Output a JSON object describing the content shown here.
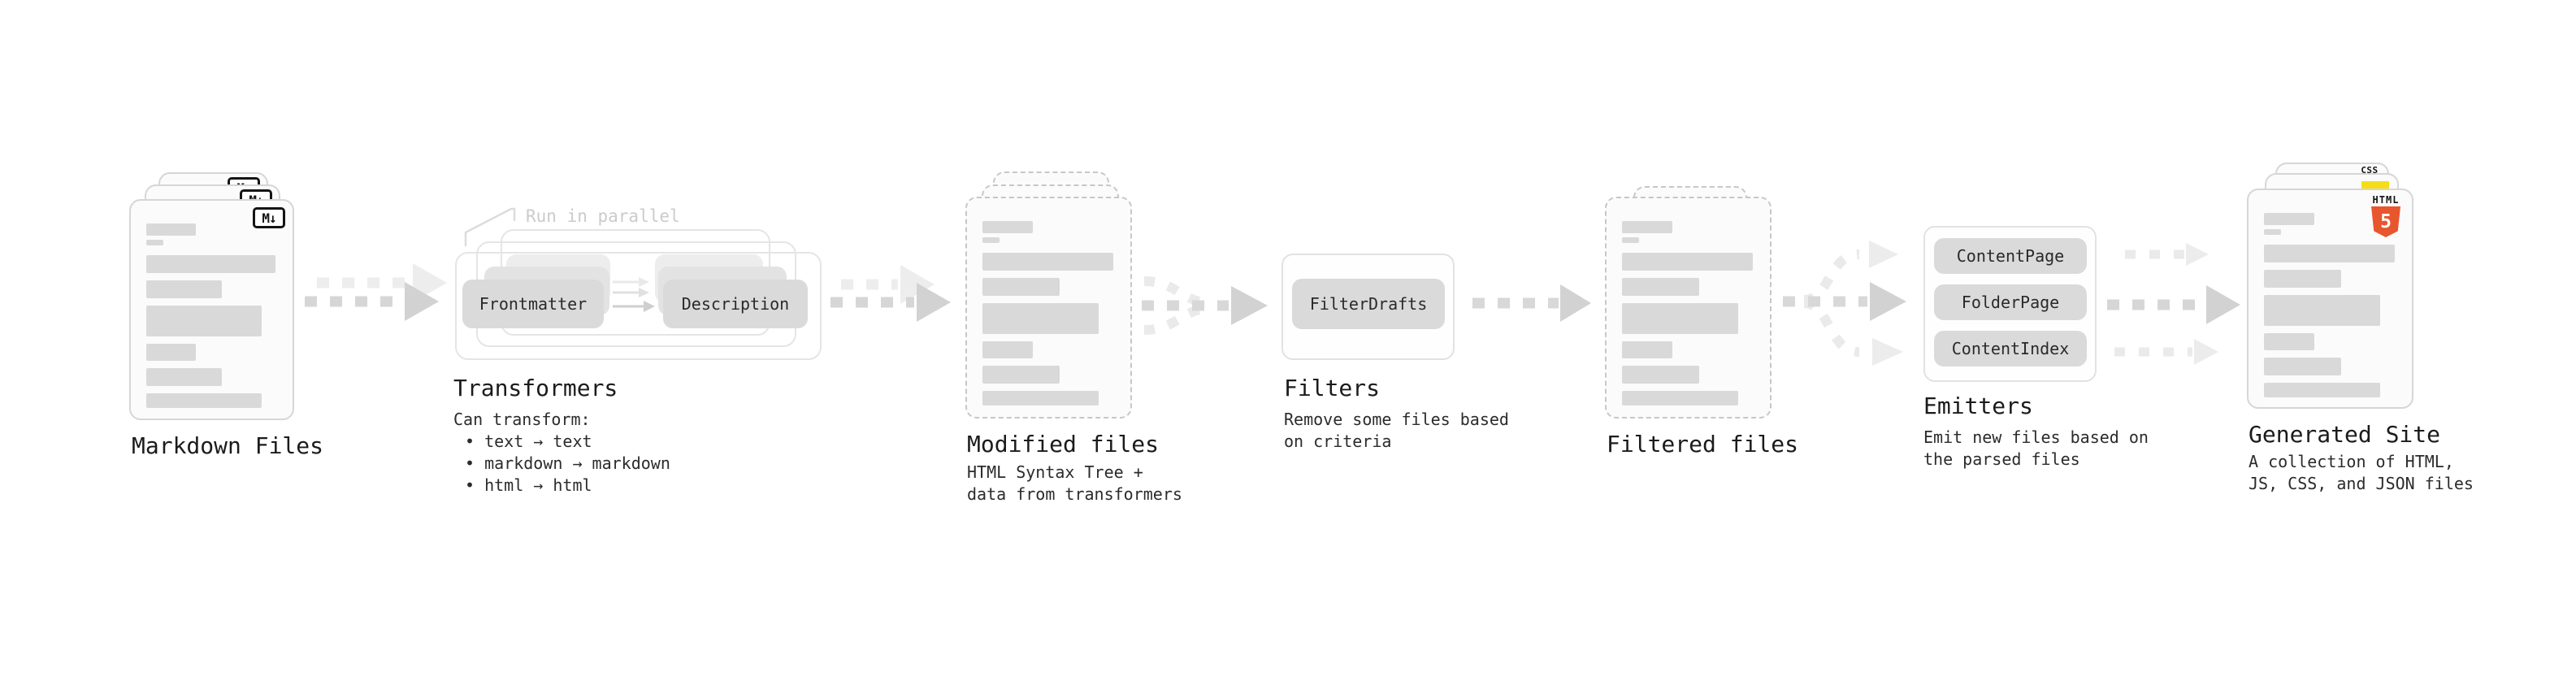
{
  "diagram": {
    "annotation": "Run in parallel",
    "markdown": {
      "title": "Markdown Files",
      "icon": "M↓"
    },
    "transformers": {
      "title": "Transformers",
      "pill_a": "Frontmatter",
      "pill_b": "Description",
      "sub": [
        "Can transform:",
        "• text → text",
        "• markdown → markdown",
        "• html → html"
      ]
    },
    "modified": {
      "title": "Modified files",
      "sub": [
        "HTML Syntax Tree +",
        "data from transformers"
      ]
    },
    "filters": {
      "title": "Filters",
      "pill": "FilterDrafts",
      "sub": [
        "Remove some files based",
        "on criteria"
      ]
    },
    "filtered": {
      "title": "Filtered files"
    },
    "emitters": {
      "title": "Emitters",
      "pills": [
        "ContentPage",
        "FolderPage",
        "ContentIndex"
      ],
      "sub": [
        "Emit new files based on",
        "the parsed files"
      ]
    },
    "generated": {
      "title": "Generated Site",
      "sub": [
        "A collection of HTML,",
        "JS, CSS, and JSON files"
      ],
      "badges": {
        "css": "CSS",
        "html_label": "HTML",
        "html_number": "5"
      }
    }
  },
  "colors": {
    "bar": "#d9d9d9",
    "pill": "#dadada",
    "dash_dark": "#d6d6d6",
    "dash_light": "#eaeaea",
    "card_border": "#d6d6d6",
    "dashed_border": "#c7c7c7",
    "html5_orange": "#e8562d",
    "js_yellow": "#f5de19",
    "css_blue": "#2d6bf2"
  },
  "doc_bars": [
    {
      "w": 38,
      "h": 15,
      "mb": 5
    },
    {
      "w": 13,
      "h": 7,
      "mb": 12
    },
    {
      "w": 99,
      "h": 22,
      "mb": 9
    },
    {
      "w": 58,
      "h": 22,
      "mb": 9
    },
    {
      "w": 88,
      "h": 38,
      "mb": 9
    },
    {
      "w": 38,
      "h": 21,
      "mb": 9
    },
    {
      "w": 58,
      "h": 22,
      "mb": 9
    },
    {
      "w": 88,
      "h": 18,
      "mb": 0
    }
  ]
}
